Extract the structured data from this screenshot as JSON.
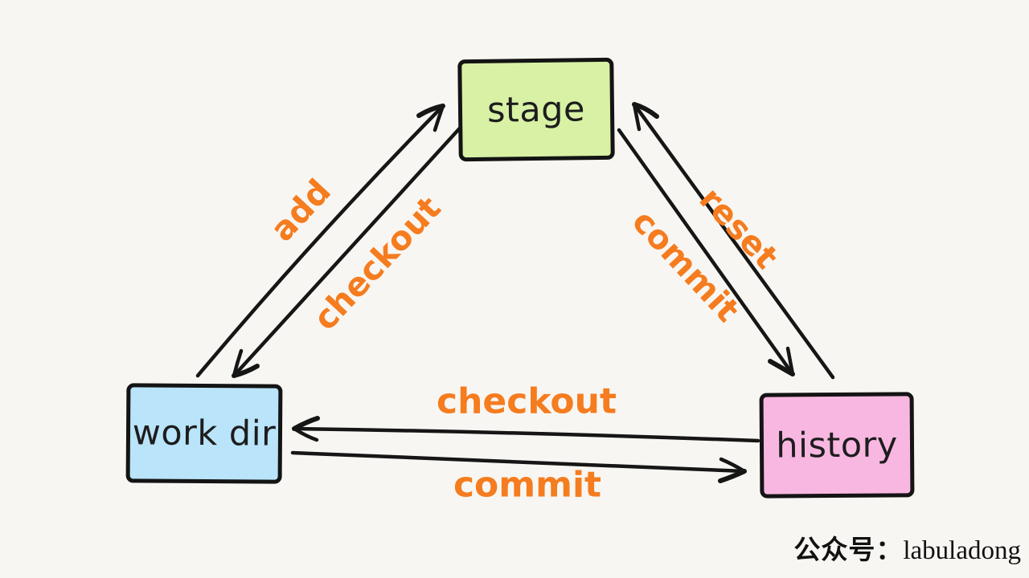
{
  "diagram": {
    "title_hint": "git areas flow",
    "nodes": [
      {
        "id": "stage",
        "label": "stage",
        "fill": "#d8f1a5"
      },
      {
        "id": "work-dir",
        "label": "work dir",
        "fill": "#b9e4f9"
      },
      {
        "id": "history",
        "label": "history",
        "fill": "#f8b7e1"
      }
    ],
    "edges": [
      {
        "label": "add",
        "from": "work dir",
        "to": "stage"
      },
      {
        "label": "checkout",
        "from": "stage",
        "to": "work dir"
      },
      {
        "label": "reset",
        "from": "history",
        "to": "stage"
      },
      {
        "label": "commit",
        "from": "stage",
        "to": "history"
      },
      {
        "label": "checkout",
        "from": "history",
        "to": "work dir"
      },
      {
        "label": "commit",
        "from": "work dir",
        "to": "history"
      }
    ],
    "label_color": "#f57c1f",
    "ink_color": "#161616",
    "background": "#f7f6f2"
  },
  "watermark": {
    "prefix": "公众号：",
    "name": "labuladong"
  }
}
